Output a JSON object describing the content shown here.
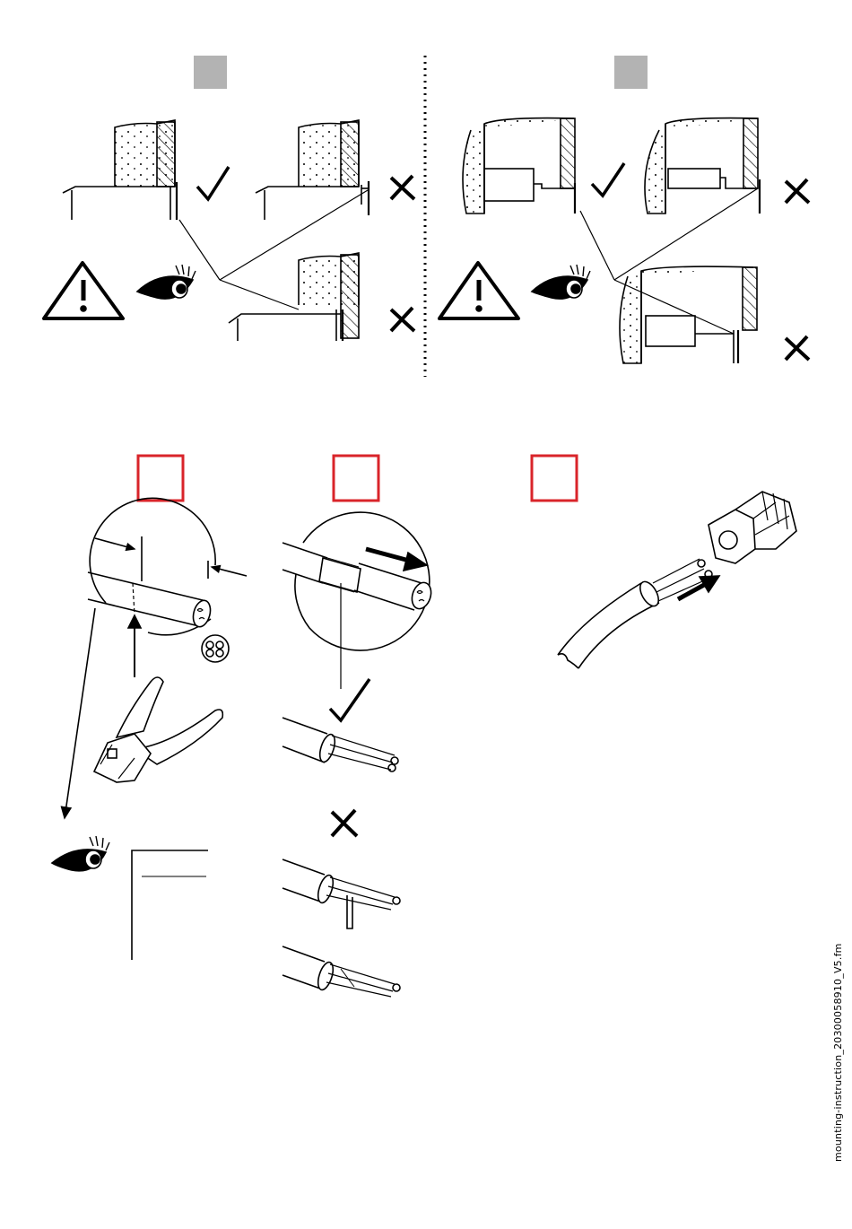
{
  "document": {
    "footer_filename": "mounting-instruction_20300058910_V5.fm"
  },
  "colors": {
    "line": "#000000",
    "gray_box": "#b3b3b3",
    "red_box": "#d9242a",
    "hatch": "#000000"
  },
  "figures": {
    "top_left": {
      "panels": [
        "correct-flush-mount",
        "wrong-gap-mount",
        "wrong-recessed-mount"
      ],
      "marks": [
        "check",
        "cross",
        "cross"
      ],
      "icons": [
        "warning-icon",
        "eye-icon"
      ]
    },
    "top_right": {
      "panels": [
        "correct-extension-mount",
        "wrong-extension-gap",
        "wrong-extension-recess"
      ],
      "marks": [
        "check",
        "cross",
        "cross"
      ],
      "icons": [
        "warning-icon",
        "eye-icon"
      ]
    },
    "bottom": {
      "steps": [
        "cable-strip-length",
        "cable-sheath-removal",
        "cable-gland-insert"
      ],
      "marks": [
        "check",
        "cross"
      ],
      "icons": [
        "eye-icon",
        "wire-stripper-icon",
        "cable-gland-icon"
      ]
    }
  }
}
